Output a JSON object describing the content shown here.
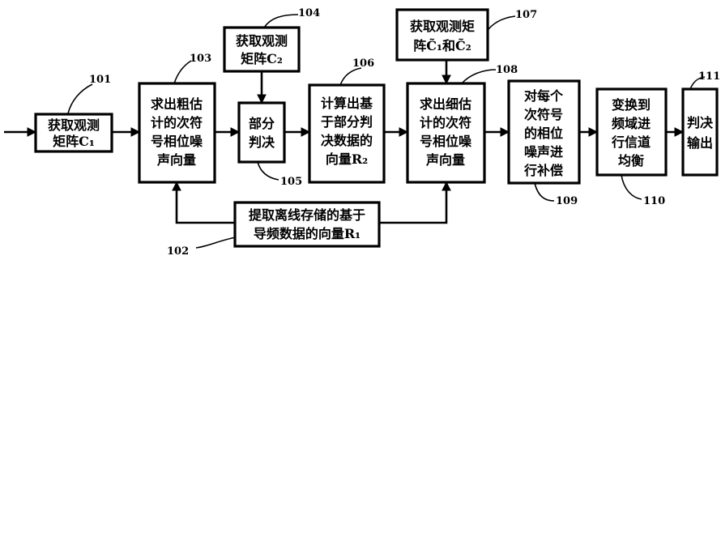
{
  "boxes": {
    "b101": [
      "获取观测",
      "矩阵C₁"
    ],
    "b103": [
      "求出粗估",
      "计的次符",
      "号相位噪",
      "声向量"
    ],
    "b104": [
      "获取观测",
      "矩阵C₂"
    ],
    "b105": [
      "部分",
      "判决"
    ],
    "b106": [
      "计算出基",
      "于部分判",
      "决数据的",
      "向量R₂"
    ],
    "b107": [
      "获取观测矩",
      "阵C̃₁和C̃₂"
    ],
    "b108": [
      "求出细估",
      "计的次符",
      "号相位噪",
      "声向量"
    ],
    "b109": [
      "对每个",
      "次符号",
      "的相位",
      "噪声进",
      "行补偿"
    ],
    "b110": [
      "变换到",
      "频域进",
      "行信道",
      "均衡"
    ],
    "b111": [
      "判决",
      "输出"
    ],
    "b102": [
      "提取离线存储的基于",
      "导频数据的向量R₁"
    ]
  },
  "labels": {
    "n101": "101",
    "n102": "102",
    "n103": "103",
    "n104": "104",
    "n105": "105",
    "n106": "106",
    "n107": "107",
    "n108": "108",
    "n109": "109",
    "n110": "110",
    "n111": "111"
  }
}
